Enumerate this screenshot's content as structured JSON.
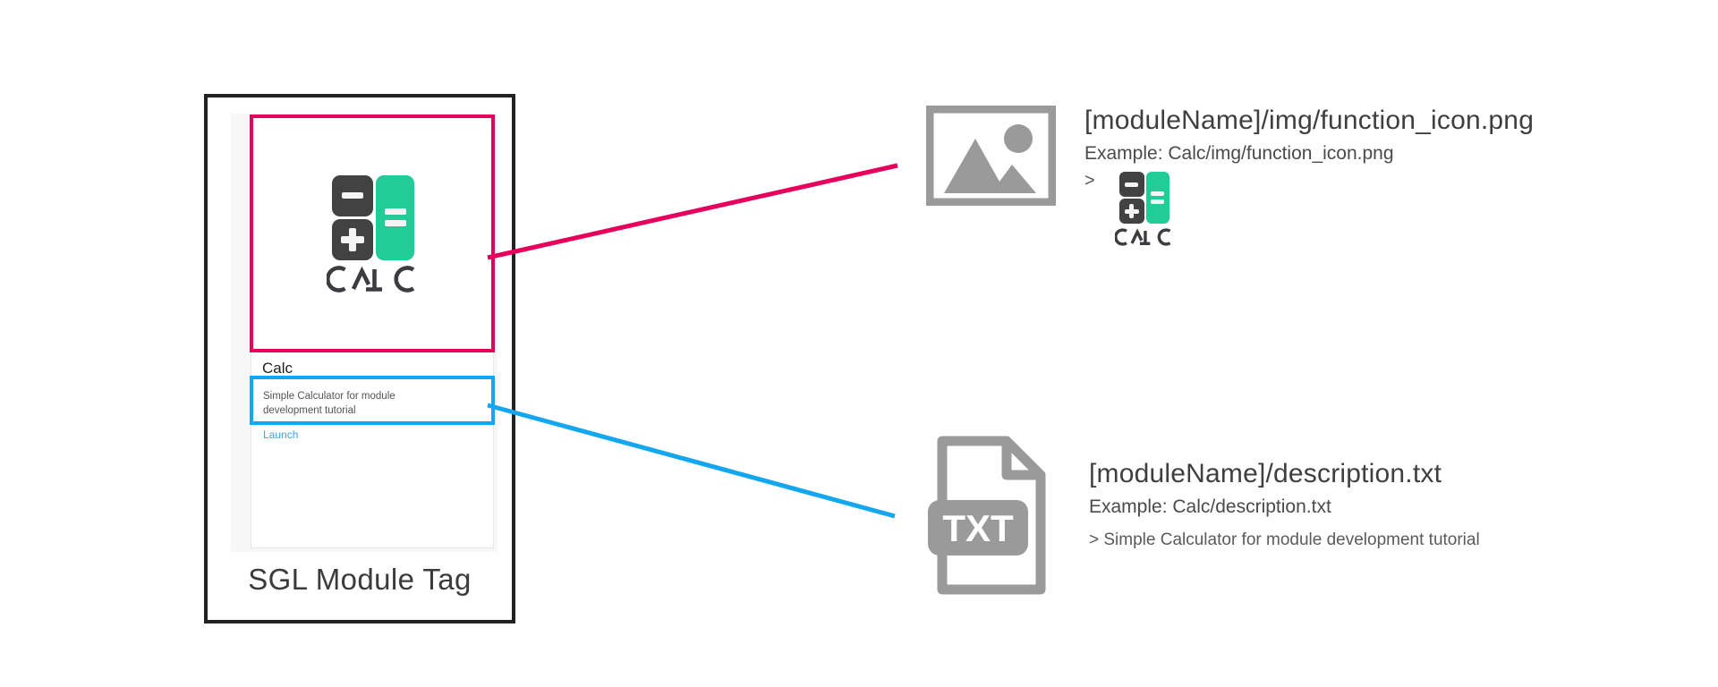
{
  "module_tag": {
    "caption": "SGL Module Tag",
    "card": {
      "title": "Calc",
      "description": "Simple Calculator for module development tutorial",
      "launch_label": "Launch",
      "logo_word": "CALC"
    }
  },
  "highlights": {
    "icon_box_color": "#e6005c",
    "description_box_color": "#15a6f0"
  },
  "connectors": [
    {
      "name": "icon-connector",
      "color": "#e6005c"
    },
    {
      "name": "description-connector",
      "color": "#15a6f0"
    }
  ],
  "blocks": [
    {
      "icon": "image-placeholder-icon",
      "title": "[moduleName]/img/function_icon.png",
      "example": "Example: Calc/img/function_icon.png",
      "chevron": ">",
      "preview_kind": "calc-logo",
      "preview_word": "CALC"
    },
    {
      "icon": "txt-file-icon",
      "icon_label": "TXT",
      "title": "[moduleName]/description.txt",
      "example": "Example: Calc/description.txt",
      "sample": "> Simple Calculator for module development tutorial"
    }
  ],
  "colors": {
    "calc_key_dark": "#424242",
    "calc_equals_green": "#22cc97",
    "icon_gray": "#9a9a9a",
    "frame_black": "#222222"
  }
}
